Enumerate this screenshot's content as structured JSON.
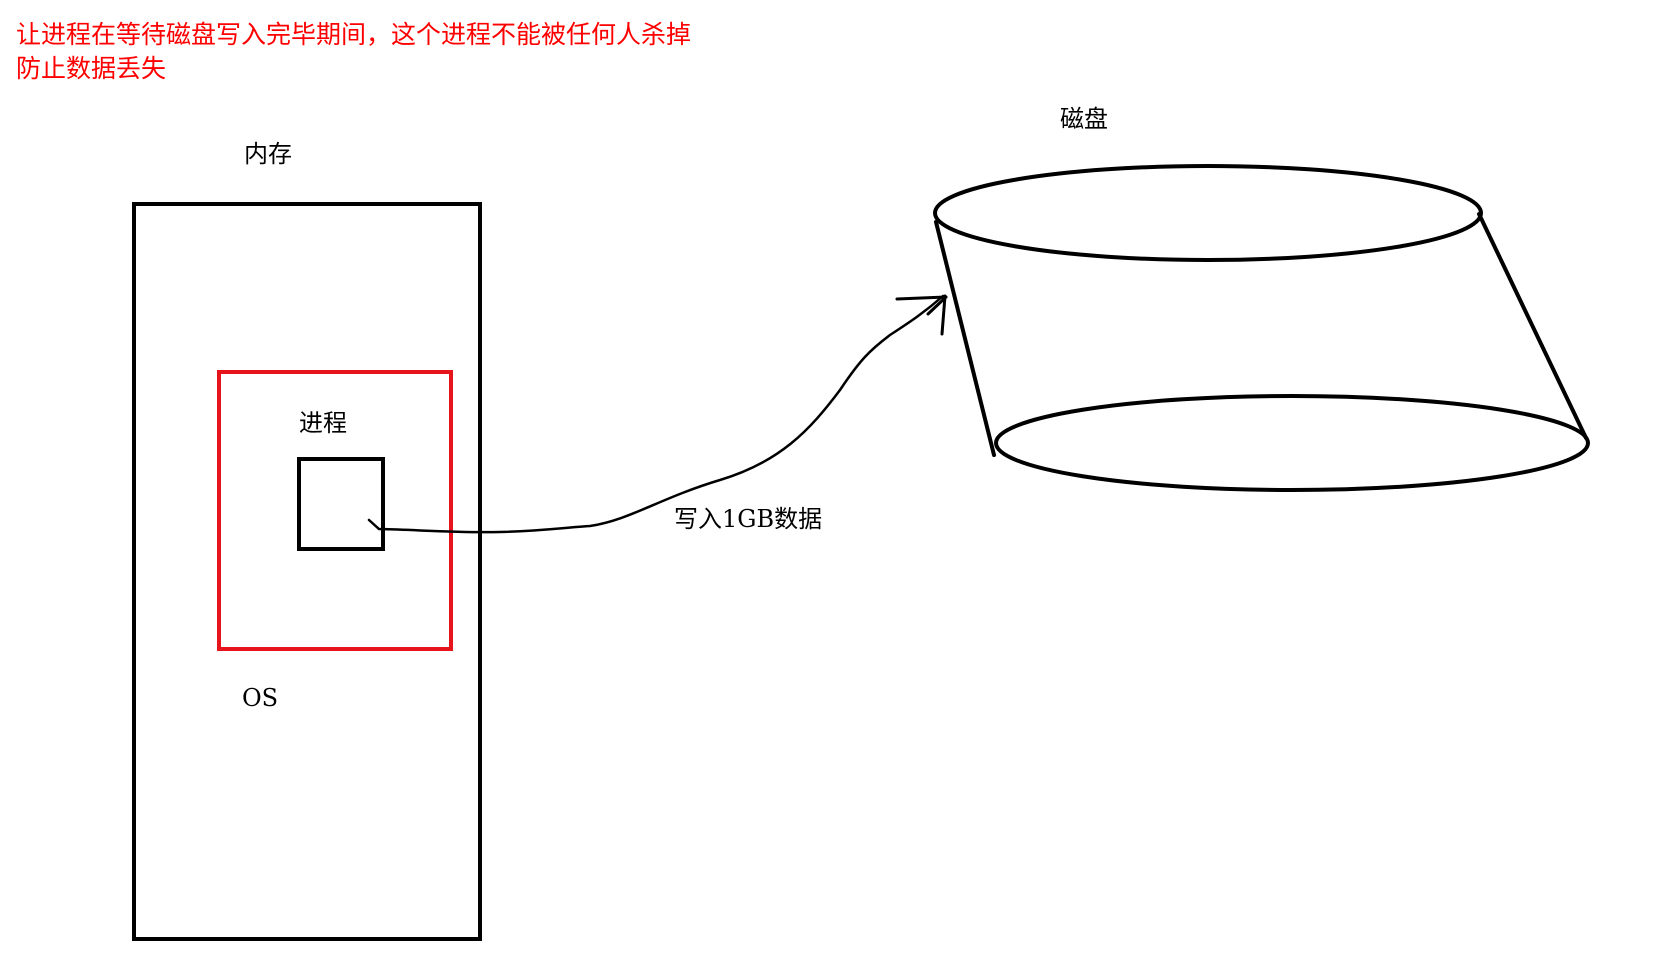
{
  "annotation": {
    "line1": "让进程在等待磁盘写入完毕期间，这个进程不能被任何人杀掉",
    "line2": "防止数据丢失"
  },
  "labels": {
    "memory": "内存",
    "process": "进程",
    "os": "OS",
    "disk": "磁盘",
    "write_action": "写入1GB数据"
  },
  "colors": {
    "annotation_text": "#ff0000",
    "process_box": "#e8141b",
    "lines": "#000000",
    "background": "#ffffff"
  }
}
